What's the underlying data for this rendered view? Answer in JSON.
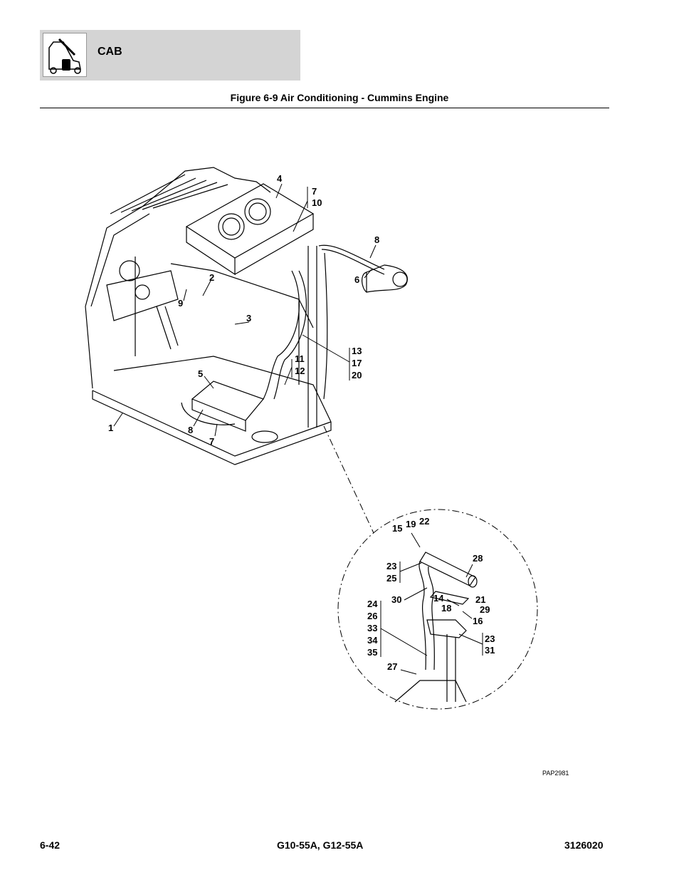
{
  "header": {
    "section": "CAB",
    "logo_icon": "telehandler-machine-icon"
  },
  "figure": {
    "title": "Figure 6-9 Air Conditioning - Cummins Engine",
    "ref_code": "PAP2981"
  },
  "callouts": {
    "c1": "1",
    "c2": "2",
    "c3": "3",
    "c4": "4",
    "c5": "5",
    "c6": "6",
    "c7_top": "7",
    "c7_bottom": "7",
    "c8_top": "8",
    "c8_bottom": "8",
    "c9": "9",
    "c10": "10",
    "c11": "11",
    "c12": "12",
    "c13": "13",
    "c17": "17",
    "c20": "20",
    "c15": "15",
    "c19": "19",
    "c22": "22",
    "c23a": "23",
    "c25": "25",
    "c28": "28",
    "c30": "30",
    "c14": "14",
    "c21": "21",
    "c18": "18",
    "c29": "29",
    "c16": "16",
    "c24": "24",
    "c26": "26",
    "c33": "33",
    "c34": "34",
    "c35": "35",
    "c23b": "23",
    "c31": "31",
    "c27": "27"
  },
  "footer": {
    "page": "6-42",
    "models": "G10-55A, G12-55A",
    "doc_number": "3126020"
  }
}
